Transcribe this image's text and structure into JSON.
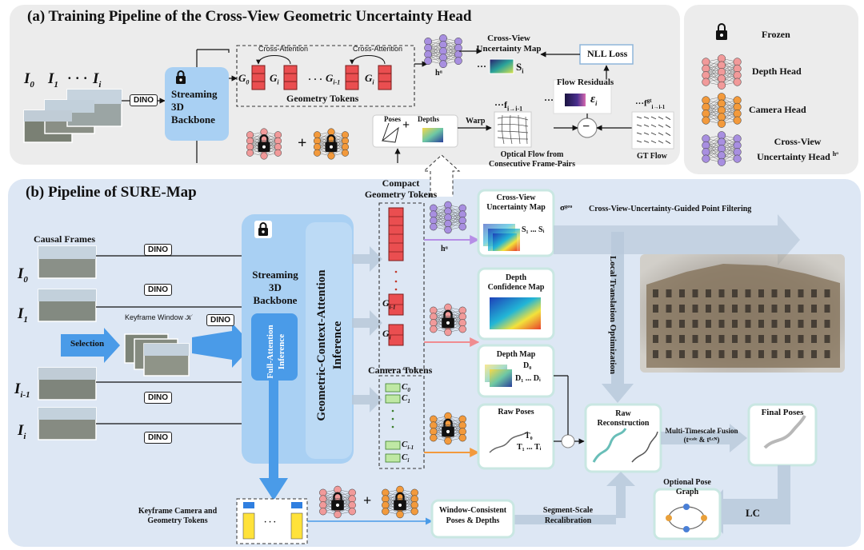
{
  "section_a": {
    "title": "(a) Training Pipeline of the Cross-View Geometric Uncertainty Head",
    "inputs": [
      "I",
      "I",
      "· · ·",
      "I"
    ],
    "input_subs": [
      "0",
      "1",
      "",
      "i"
    ],
    "dino": "DINO",
    "backbone": [
      "Streaming",
      "3D",
      "Backbone"
    ],
    "cross_attention_1": "Cross-Attention",
    "cross_attention_2": "Cross-Attention",
    "tokens": [
      "G",
      "G",
      "· · ·",
      "G",
      "G"
    ],
    "token_subs": [
      "0",
      "i",
      "",
      "i-1",
      "i"
    ],
    "geometry_tokens_label": "Geometry Tokens",
    "h_sigma": "hᵅ",
    "uncertainty_map": [
      "Cross-View",
      "Uncertainty Map"
    ],
    "s_label": "S",
    "s_sub": "i",
    "dots": "···",
    "nll_loss": "NLL Loss",
    "flow_residuals": "Flow  Residuals",
    "epsilon": "ε",
    "epsilon_sub": "i",
    "poses": "Poses",
    "depths": "Depths",
    "plus": "+",
    "warp": "Warp",
    "flow_pred": "···f",
    "flow_pred_sub": "i→i-1",
    "flow_gt": "···f",
    "flow_gt_sup": "gt",
    "flow_gt_sub": "i→i-1",
    "optical_flow": [
      "Optical Flow from",
      "Consecutive Frame-Pairs"
    ],
    "gt_flow": "GT  Flow",
    "minus": "−"
  },
  "legend": {
    "frozen": "Frozen",
    "depth_head": "Depth Head",
    "camera_head": "Camera Head",
    "uncertainty_head": [
      "Cross-View",
      "Uncertainty Head"
    ],
    "uncertainty_head_sup": "hᵅ"
  },
  "section_b": {
    "title": "(b) Pipeline of SURE-Map",
    "causal_frames": "Causal Frames",
    "frame_labels": [
      "I",
      "I",
      "I",
      "I"
    ],
    "frame_subs": [
      "0",
      "1",
      "i-1",
      "i"
    ],
    "dino": "DINO",
    "selection": "Selection",
    "keyframe_window": "Keyframe Window 𝒦",
    "backbone": [
      "Streaming",
      "3D",
      "Backbone"
    ],
    "full_attention": [
      "Full-Attention",
      "Inference"
    ],
    "gcai": [
      "Geometric-Context-Attention",
      "Inference"
    ],
    "compact_tokens": [
      "Compact",
      "Geometry Tokens"
    ],
    "g_labels": [
      "G",
      "G"
    ],
    "g_subs": [
      "i-1",
      "i"
    ],
    "camera_tokens": "Camera Tokens",
    "c_labels": [
      "C",
      "C",
      "C",
      "C"
    ],
    "c_subs": [
      "0",
      "1",
      "i-1",
      "i"
    ],
    "h_sigma": "hᵅ",
    "cv_map": [
      "Cross-View",
      "Uncertainty Map"
    ],
    "s_seq": "S₁ ... Sᵢ",
    "depth_conf": [
      "Depth",
      "Confidence Map"
    ],
    "depth_map": "Depth Map",
    "d_seq": [
      "D₀",
      "D₁ ... Dᵢ"
    ],
    "raw_poses": "Raw Poses",
    "t_seq": [
      "T₀",
      "T₁ ... Tᵢ"
    ],
    "sigma_geo": "σᵍᵉᵒ",
    "filtering": "Cross-View-Uncertainty-Guided Point Filtering",
    "local_opt": "Local Translation Optimization",
    "raw_recon": [
      "Raw",
      "Reconstruction"
    ],
    "multi_fusion": [
      "Multi-Timescale Fusion",
      "(tˢᶜᵃˡᵉ & tᴸᶜᴺ)"
    ],
    "final_poses": "Final Poses",
    "pose_graph": [
      "Optional Pose",
      "Graph"
    ],
    "lc": "LC",
    "keyframe_tokens": [
      "Keyframe Camera and",
      "Geometry Tokens"
    ],
    "window_consistent": [
      "Window-Consistent",
      "Poses & Depths"
    ],
    "segment_recal": [
      "Segment-Scale",
      "Recalibration"
    ],
    "plus": "+",
    "dots": "· · ·",
    "vdots": "·"
  },
  "colors": {
    "depth_head": "#f19a9a",
    "camera_head": "#f39a3c",
    "uncertainty_head": "#a88fe0",
    "token_red": "#ea4e50",
    "token_green": "#bfe8a4",
    "token_yellow": "#ffe23a",
    "token_blue": "#2f7fe0",
    "panel_b": "#dde7f4",
    "backbone": "#a9d0f3"
  }
}
